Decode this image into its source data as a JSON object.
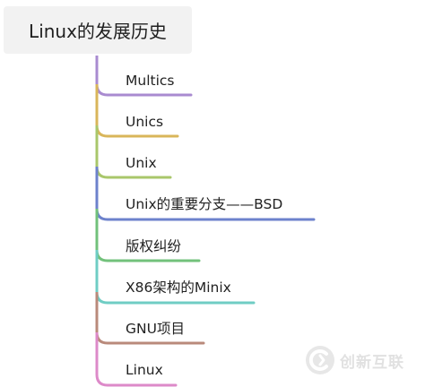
{
  "mindmap": {
    "root": {
      "label": "Linux的发展历史"
    },
    "branches": [
      {
        "label": "Multics",
        "color": "#a98bd0"
      },
      {
        "label": "Unics",
        "color": "#d9b65a"
      },
      {
        "label": "Unix",
        "color": "#a9c76b"
      },
      {
        "label": "Unix的重要分支——BSD",
        "color": "#6d82cc"
      },
      {
        "label": "版权纠纷",
        "color": "#72c17b"
      },
      {
        "label": "X86架构的Minix",
        "color": "#6fcdc4"
      },
      {
        "label": "GNU项目",
        "color": "#b98a7b"
      },
      {
        "label": "Linux",
        "color": "#dd8ac9"
      }
    ]
  },
  "watermark": {
    "text": "创新互联",
    "icon": "logo-icon",
    "color": "#c9c9c9"
  }
}
